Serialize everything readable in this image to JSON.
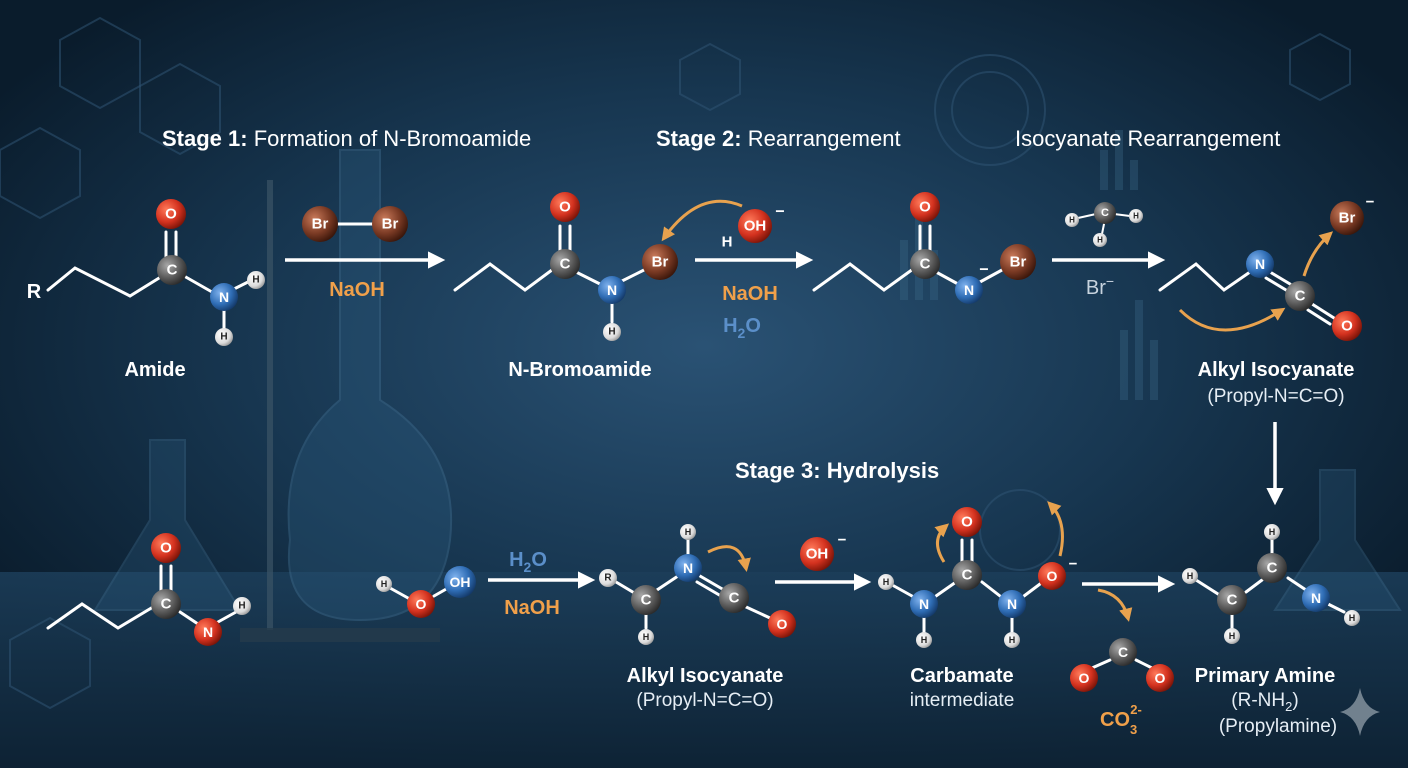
{
  "stages": {
    "s1_bold": "Stage 1:",
    "s1_rest": " Formation of N-Bromoamide",
    "s2_bold": "Stage 2:",
    "s2_rest": " Rearrangement",
    "s2b": "Isocyanate Rearrangement",
    "s3": "Stage 3: Hydrolysis"
  },
  "labels": {
    "amide": "Amide",
    "n_bromoamide": "N-Bromoamide",
    "alkyl_isocyanate_top": "Alkyl Isocyanate",
    "alkyl_isocyanate_top_sub": "(Propyl-N=C=O)",
    "alkyl_isocyanate_bottom": "Alkyl Isocyanate",
    "alkyl_isocyanate_bottom_sub": "(Propyl-N=C=O)",
    "carbamate": "Carbamate",
    "carbamate_sub": "intermediate",
    "primary_amine": "Primary Amine",
    "primary_amine_sub1": "(R-NH",
    "primary_amine_sub1_sub": "2",
    "primary_amine_sub1_end": ")",
    "primary_amine_sub2": "(Propylamine)",
    "carbonate": "CO",
    "carbonate_sub": "3",
    "carbonate_sup": "2-"
  },
  "reagents": {
    "naoh_1": "NaOH",
    "naoh_2": "NaOH",
    "h2o_2": "H",
    "h2o_2_sub": "2",
    "h2o_2_end": "O",
    "br_minus": "Br",
    "br_minus_sup": "−",
    "h2o_3": "H",
    "h2o_3_sub": "2",
    "h2o_3_end": "O",
    "naoh_3": "NaOH",
    "oh_minus_sup": "−",
    "h_of_hoh": "H"
  },
  "atoms": {
    "O": "O",
    "C": "C",
    "N": "N",
    "H": "H",
    "Br": "Br",
    "R": "R",
    "OH": "OH"
  },
  "charges": {
    "minus": "−"
  },
  "colors": {
    "background": "#0d2438",
    "oxygen": "#d4321f",
    "carbon": "#5a5a5a",
    "nitrogen": "#2f6db5",
    "hydrogen": "#e8e8e8",
    "bromine": "#7a3a24",
    "arrow": "#ffffff",
    "curl_arrow": "#e8a24e",
    "naoh_text": "#f0a04a",
    "h2o_text": "#5b8fc9"
  }
}
